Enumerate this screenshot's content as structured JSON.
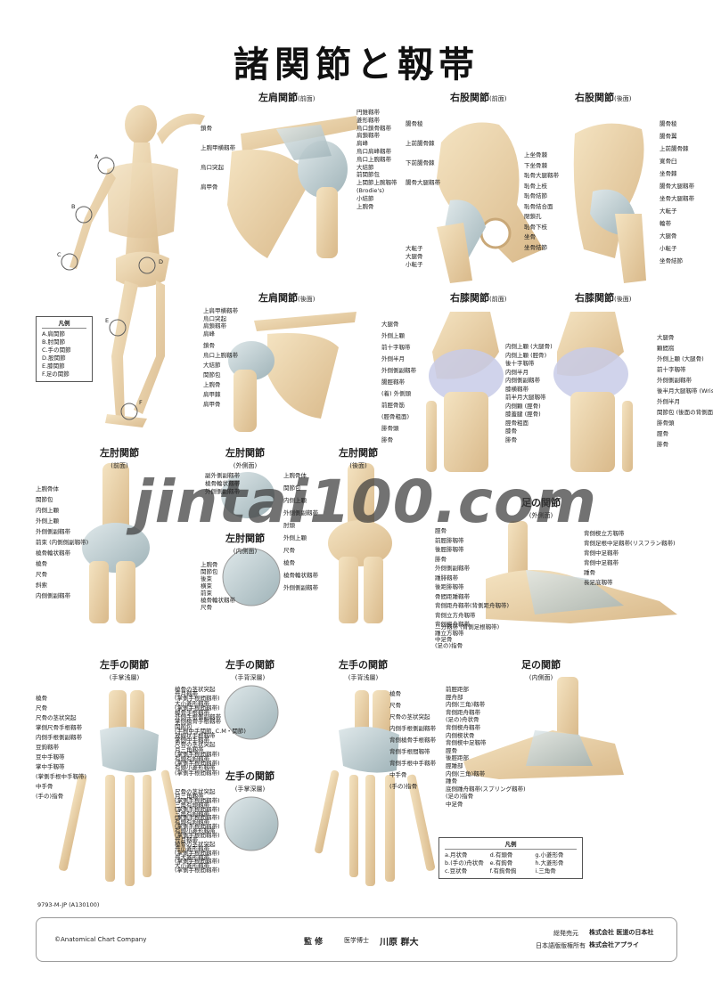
{
  "title": "諸関節と靱帯",
  "panels": {
    "shoulder_front": {
      "title": "左肩関節",
      "sub": "(前面)",
      "labels": [
        "円錐靱帯",
        "菱形靱帯",
        "烏口鎖骨靱帯",
        "肩鎖靱帯",
        "肩峰",
        "烏口肩峰靱帯",
        "烏口上腕靱帯",
        "大結節",
        "前関節包",
        "上関節上腕靱帯",
        "(Brodie's)",
        "小結節",
        "上腕骨",
        "鎖骨",
        "上腕甲横靱帯",
        "烏口突起",
        "肩甲骨"
      ]
    },
    "hip_front": {
      "title": "右股関節",
      "sub": "(前面)",
      "labels": [
        "腸骨稜",
        "上前腸骨棘",
        "下前腸骨棘",
        "腸骨大腿靱帯",
        "上坐骨棘",
        "下坐骨棘",
        "恥骨大腿靱帯",
        "恥骨上枝",
        "恥骨結節",
        "恥骨結合面",
        "閉鎖孔",
        "恥骨下枝",
        "坐骨",
        "坐骨結節",
        "大転子",
        "大腿骨",
        "小転子"
      ]
    },
    "hip_back": {
      "title": "右股関節",
      "sub": "(後面)",
      "labels": [
        "腸骨稜",
        "腸骨翼",
        "上前腸骨棘",
        "寛骨臼",
        "坐骨棘",
        "腸骨大腿靱帯",
        "坐骨大腿靱帯",
        "大転子",
        "輪帯",
        "大腿骨",
        "小転子",
        "坐骨結節"
      ]
    },
    "shoulder_back": {
      "title": "左肩関節",
      "sub": "(後面)",
      "labels": [
        "上肩甲横靱帯",
        "烏口突起",
        "肩鎖靱帯",
        "肩峰",
        "鎖骨",
        "烏口上腕靱帯",
        "大結節",
        "関節包",
        "上腕骨",
        "肩甲棘",
        "肩甲骨"
      ]
    },
    "knee_front": {
      "title": "右膝関節",
      "sub": "(前面)",
      "labels": [
        "大腿骨",
        "外側上顆",
        "前十字靱帯",
        "外側半月",
        "外側側副靱帯",
        "腸脛靱帯",
        "(着) 外側頭",
        "前脛骨筋",
        "(脛骨粗面)",
        "腓骨頭",
        "腓骨",
        "内側上顆 (大腿骨)",
        "内側上顆 (脛骨)",
        "後十字靱帯",
        "内側半月",
        "内側側副靱帯",
        "膝横靱帯",
        "前半月大腿靱帯",
        "内側顆 (脛骨)",
        "膝蓋腱 (脛骨)",
        "脛骨粗面",
        "膝骨",
        "腓骨"
      ]
    },
    "knee_back": {
      "title": "右膝関節",
      "sub": "(後面)",
      "labels": [
        "大腿骨",
        "顆間窩",
        "外側上顆 (大腿骨)",
        "前十字靱帯",
        "外側側副靱帯",
        "後半月大腿靱帯 (Wrisberg's)",
        "外側半月",
        "関節包 (後面の背側面)",
        "腓骨頭",
        "脛骨",
        "腓骨"
      ]
    },
    "elbow_front": {
      "title": "左肘関節",
      "sub": "(前面)",
      "labels": [
        "上腕骨体",
        "関節包",
        "内側上顆",
        "外側上顆",
        "外側側副靱帯",
        "前束 (内側側副靱帯)",
        "橈骨輪状靱帯",
        "橈骨",
        "尺骨",
        "斜索",
        "内側側副靱帯"
      ]
    },
    "elbow_lateral": {
      "title": "左肘関節",
      "sub": "(外側面)",
      "labels": [
        "副外側副靱帯",
        "橈骨輪状靱帯",
        "外側側副靱帯"
      ]
    },
    "elbow_medial": {
      "title": "左肘関節",
      "sub": "(内側面)",
      "labels": [
        "上腕骨",
        "関節包",
        "後束",
        "横束",
        "前束",
        "橈骨輪状靱帯",
        "尺骨"
      ]
    },
    "elbow_back": {
      "title": "左肘関節",
      "sub": "(後面)",
      "labels": [
        "上腕骨体",
        "関節包",
        "内側上顆",
        "外側側副靱帯",
        "肘頭",
        "外側上顆",
        "尺骨",
        "橈骨",
        "橈骨輪状靱帯",
        "外側側副靱帯"
      ]
    },
    "foot_lateral": {
      "title": "足の関節",
      "sub": "(外側面)",
      "labels": [
        "脛骨",
        "前脛腓靱帯",
        "後脛腓靱帯",
        "腓骨",
        "外側側副靱帯",
        "踵腓靱帯",
        "後距腓靱帯",
        "骨間距踵靱帯",
        "背側距舟靱帯(背側距舟靱帯)",
        "背側立方舟靱帯",
        "背側楔舟靱帯",
        "背側楔立方靱帯",
        "背側足根中足靱帯(リスフラン靱帯)",
        "背側中足靱帯",
        "背側中足靱帯",
        "踵骨",
        "長足底靱帯",
        "二分靱帯 (背側足根靱帯)",
        "踵立方靱帯",
        "中足骨",
        "(足の)指骨"
      ]
    },
    "hand_palm_left": {
      "title": "左手の関節",
      "sub": "(手掌浅層)",
      "labels": [
        "橈骨",
        "尺骨",
        "尺骨の茎状突起",
        "掌側尺骨手根靱帯",
        "内側手根側副靱帯",
        "豆鉤靱帯",
        "豆中手靱帯",
        "掌中手靱帯",
        "(掌側手根中手靱帯)",
        "中手骨",
        "(手の)指骨"
      ]
    },
    "hand_palm_deep": {
      "title": "左手の関節",
      "sub": "(手背深層)",
      "labels": [
        "橈骨の茎状突起",
        "舟月靱帯",
        "(掌側手根間靱帯)",
        "大小菱形靱帯",
        "(掌側手根間靱帯)",
        "橈骨手根靱帯",
        "外側手根側副靱帯",
        "掌側橈骨手根靱帯",
        "関節包",
        "(手根中手関節, C.M・関節)",
        "放線状手根靱帯",
        "掌側中手靱帯",
        "尺骨の茎状突起",
        "月三角靱帯",
        "(掌側手根間靱帯)",
        "有頭有鉤靱帯",
        "(掌側手根間靱帯)",
        "有頭小菱形靱帯",
        "(掌側手根間靱帯)"
      ]
    },
    "hand_dorsal_deep": {
      "title": "左手の関節",
      "sub": "(手掌深層)",
      "labels": [
        "尺骨の茎状突起",
        "月三角靱帯",
        "(掌側手根間靱帯)",
        "三角有頭靱帯",
        "(掌側手根間靱帯)",
        "三角有鉤靱帯",
        "(掌側手根間靱帯)",
        "有頭有鉤靱帯",
        "(掌側手根間靱帯)",
        "有頭小菱形靱帯",
        "(掌側手根間靱帯)",
        "舟月靱帯",
        "橈骨の茎状突起",
        "舟小菱形靱帯",
        "(掌側手根間靱帯)",
        "舟大菱形靱帯",
        "(掌側手根間靱帯)",
        "大小菱形靱帯",
        "(掌側手根間靱帯)"
      ]
    },
    "hand_dorsal": {
      "title": "左手の関節",
      "sub": "(手背浅層)",
      "labels": [
        "橈骨",
        "尺骨",
        "尺骨の茎状突起",
        "内側手根側副靱帯",
        "背側橈骨手根靱帯",
        "背側手根間靱帯",
        "背側手根中手靱帯",
        "中手骨",
        "(手の)指骨"
      ]
    },
    "foot_medial": {
      "title": "足の関節",
      "sub": "(内側面)",
      "labels": [
        "前脛距部",
        "脛舟部",
        "内側(三角)靱帯",
        "背側距舟靱帯",
        "(足の)舟状骨",
        "背側楔舟靱帯",
        "内側楔状骨",
        "背側楔中足靱帯",
        "脛骨",
        "後脛距部",
        "脛踵部",
        "内側(三角)靱帯",
        "踵骨",
        "底側踵舟靱帯(スプリング靱帯)",
        "(足の)指骨",
        "中足骨"
      ]
    }
  },
  "body_legend": {
    "title": "凡例",
    "items": [
      "A.肩関節",
      "B.肘関節",
      "C.手の関節",
      "D.股関節",
      "E.膝関節",
      "F.足の関節"
    ]
  },
  "body_markers": [
    "A",
    "B",
    "C",
    "D",
    "E",
    "F"
  ],
  "carpal_legend": {
    "title": "凡例",
    "items": [
      "a.月状骨",
      "b.(手の)舟状骨",
      "c.豆状骨",
      "d.有頭骨",
      "e.有鉤骨",
      "f.有鉤骨鉤",
      "g.小菱形骨",
      "h.大菱形骨",
      "i.三角骨"
    ]
  },
  "watermark": "jintai100.com",
  "code": "9793-M-JP (A130100)",
  "footer": {
    "copyright": "©Anatomical Chart Company",
    "supervisor_label": "監 修",
    "supervisor_title": "医学博士",
    "supervisor_name": "川原 群大",
    "publisher_label": "総発売元",
    "publisher": "株式会社 医道の日本社",
    "rights_label": "日本語版版権所有",
    "rights": "株式会社アプライ"
  }
}
